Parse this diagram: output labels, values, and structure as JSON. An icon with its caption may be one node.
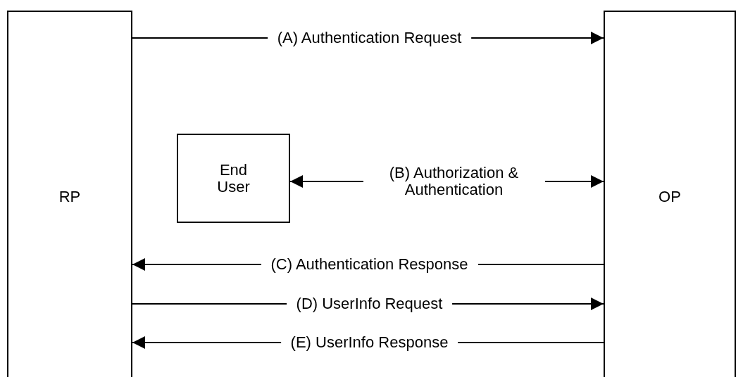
{
  "diagram": {
    "nodes": [
      {
        "text": [
          "RP"
        ]
      },
      {
        "text": [
          "End User"
        ]
      },
      {
        "text": [
          "OP"
        ]
      }
    ],
    "edges": [
      {
        "from": 0,
        "to": 2,
        "arrow": "to",
        "label": "(A) Authentication Request"
      },
      {
        "from": 1,
        "to": 2,
        "arrow": "both",
        "label": "(B) Authorization & Authentication"
      },
      {
        "from": 2,
        "to": 0,
        "arrow": "to",
        "label": "(C) Authentication Response"
      },
      {
        "from": 0,
        "to": 2,
        "arrow": "to",
        "label": "(D) UserInfo Request"
      },
      {
        "from": 2,
        "to": 0,
        "arrow": "to",
        "label": "(E) UserInfo Response"
      }
    ]
  }
}
